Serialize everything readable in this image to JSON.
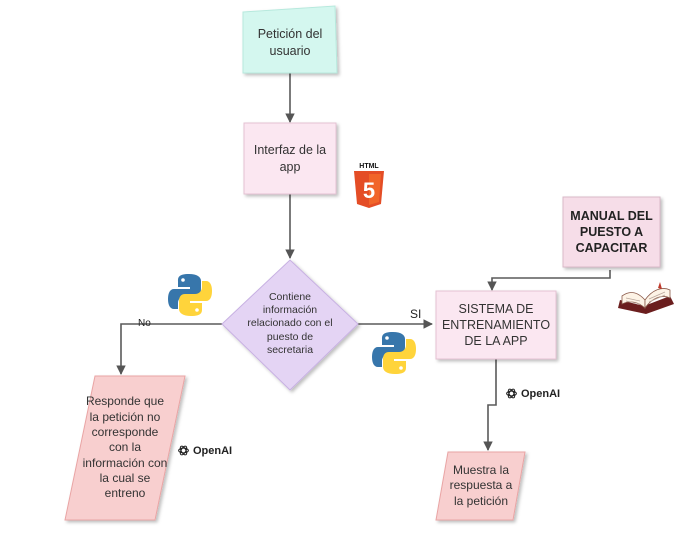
{
  "nodes": {
    "request": "Petición del\nusuario",
    "interface": "Interfaz de la\napp",
    "decision": "Contiene\ninformación\nrelacionado con el\npuesto de\nsecretaria",
    "training": "SISTEMA DE\nENTRENAMIENTO\nDE LA APP",
    "manual": "MANUAL DEL\nPUESTO A\nCAPACITAR",
    "no_response": "Responde que\nla petición no\ncorresponde\ncon la\ninformación con\nla cual se\nentreno",
    "answer": "Muestra la\nrespuesta a\nla petición"
  },
  "edge_labels": {
    "no": "No",
    "yes": "SI"
  },
  "badges": {
    "html": "HTML",
    "openai": "OpenAI"
  },
  "icons": [
    "html5-icon",
    "python-icon",
    "openai-icon",
    "open-book-icon"
  ],
  "colors": {
    "request_fill": "#d4f7ef",
    "process_fill": "#fbe7f1",
    "decision_fill": "#e4d4f4",
    "io_fill": "#f8cfcf",
    "manual_fill": "#f6dde8",
    "html5_orange": "#e44d26",
    "python_blue": "#3776ab",
    "python_yellow": "#ffd43b"
  }
}
